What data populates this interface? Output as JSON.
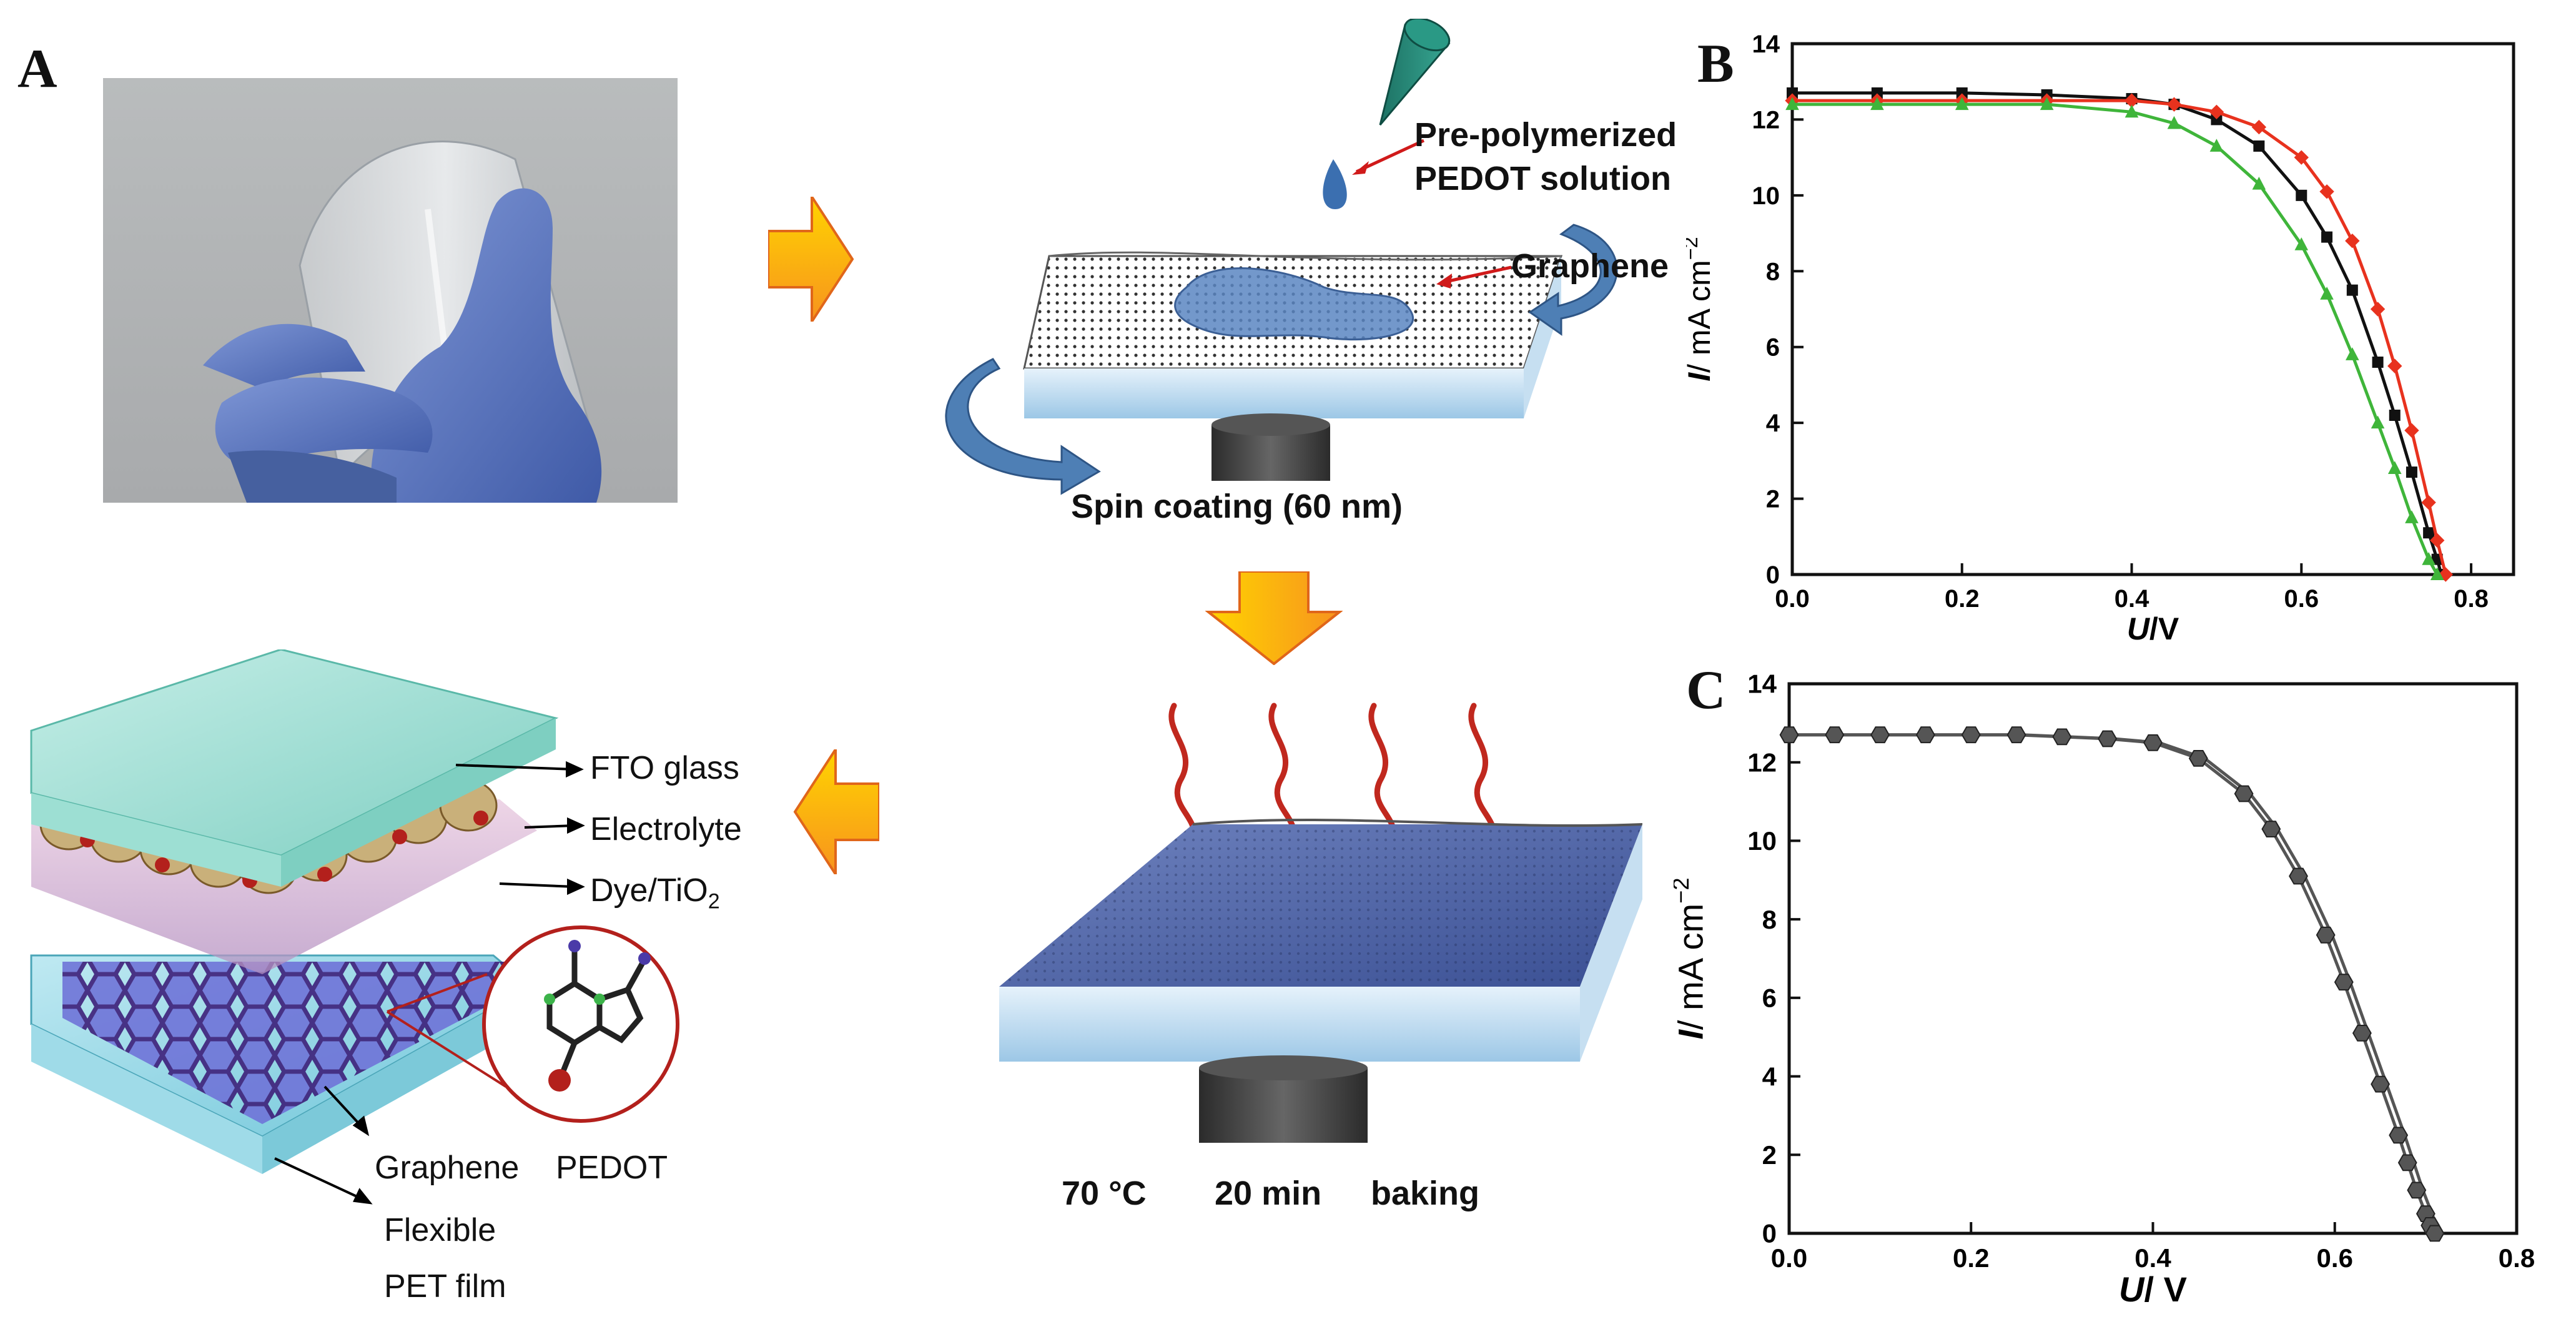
{
  "panels": {
    "a_letter": "A",
    "b_letter": "B",
    "c_letter": "C"
  },
  "process": {
    "solution_label_1": "Pre-polymerized",
    "solution_label_2": "PEDOT solution",
    "graphene_label": "Graphene",
    "spin_caption": "Spin coating (60 nm)",
    "bake_temp": "70 °C",
    "bake_time": "20 min",
    "bake_word": "baking"
  },
  "device": {
    "fto": "FTO glass",
    "electrolyte": "Electrolyte",
    "dye": "Dye/TiO",
    "dye_sub": "2",
    "graphene": "Graphene",
    "pedot": "PEDOT",
    "pet_1": "Flexible",
    "pet_2": "PET film"
  },
  "colors": {
    "arrow_orange": "#f7931e",
    "arrow_yellow": "#ffd400",
    "cone_teal": "#1f8a7a",
    "heat_red": "#c0281e",
    "rotate_blue": "#4e7fb5",
    "series_black": "#111111",
    "series_red": "#e8321e",
    "series_green": "#3fb53a",
    "series_gray": "#555555"
  },
  "chart_data": [
    {
      "type": "line",
      "panel": "B",
      "xlabel_italic": "U",
      "xlabel_rest": "/V",
      "ylabel_italic": "I",
      "ylabel_rest": "/ mA cm",
      "ylabel_sup": "−2",
      "xlim": [
        0.0,
        0.85
      ],
      "ylim": [
        0,
        14
      ],
      "xticks": [
        "0.0",
        "0.2",
        "0.4",
        "0.6",
        "0.8"
      ],
      "yticks": [
        "0",
        "2",
        "4",
        "6",
        "8",
        "10",
        "12",
        "14"
      ],
      "series": [
        {
          "color": "black",
          "marker": "square",
          "x": [
            0.0,
            0.1,
            0.2,
            0.3,
            0.4,
            0.45,
            0.5,
            0.55,
            0.6,
            0.63,
            0.66,
            0.69,
            0.71,
            0.73,
            0.75,
            0.76,
            0.765
          ],
          "y": [
            12.7,
            12.7,
            12.7,
            12.65,
            12.55,
            12.4,
            12.0,
            11.3,
            10.0,
            8.9,
            7.5,
            5.6,
            4.2,
            2.7,
            1.1,
            0.4,
            0.0
          ]
        },
        {
          "color": "red",
          "marker": "diamond",
          "x": [
            0.0,
            0.1,
            0.2,
            0.3,
            0.4,
            0.45,
            0.5,
            0.55,
            0.6,
            0.63,
            0.66,
            0.69,
            0.71,
            0.73,
            0.75,
            0.76,
            0.77
          ],
          "y": [
            12.5,
            12.5,
            12.5,
            12.5,
            12.5,
            12.4,
            12.2,
            11.8,
            11.0,
            10.1,
            8.8,
            7.0,
            5.5,
            3.8,
            1.9,
            0.9,
            0.0
          ]
        },
        {
          "color": "green",
          "marker": "triangle",
          "x": [
            0.0,
            0.1,
            0.2,
            0.3,
            0.4,
            0.45,
            0.5,
            0.55,
            0.6,
            0.63,
            0.66,
            0.69,
            0.71,
            0.73,
            0.75,
            0.76
          ],
          "y": [
            12.4,
            12.4,
            12.4,
            12.4,
            12.2,
            11.9,
            11.3,
            10.3,
            8.7,
            7.4,
            5.8,
            4.0,
            2.8,
            1.5,
            0.4,
            0.0
          ]
        }
      ]
    },
    {
      "type": "line",
      "panel": "C",
      "xlabel_italic": "U",
      "xlabel_rest": "/ V",
      "ylabel_italic": "I",
      "ylabel_rest": "/ mA cm",
      "ylabel_sup": "−2",
      "xlim": [
        0.0,
        0.8
      ],
      "ylim": [
        0,
        14
      ],
      "xticks": [
        "0.0",
        "0.2",
        "0.4",
        "0.6",
        "0.8"
      ],
      "yticks": [
        "0",
        "2",
        "4",
        "6",
        "8",
        "10",
        "12",
        "14"
      ],
      "series": [
        {
          "color": "gray",
          "marker": "hexagon",
          "x": [
            0.0,
            0.05,
            0.1,
            0.15,
            0.2,
            0.25,
            0.3,
            0.35,
            0.4,
            0.45,
            0.5,
            0.53,
            0.56,
            0.59,
            0.61,
            0.63,
            0.65,
            0.67,
            0.68,
            0.69,
            0.7,
            0.705,
            0.71
          ],
          "y": [
            12.7,
            12.7,
            12.7,
            12.7,
            12.7,
            12.7,
            12.65,
            12.6,
            12.5,
            12.1,
            11.2,
            10.3,
            9.1,
            7.6,
            6.4,
            5.1,
            3.8,
            2.5,
            1.8,
            1.1,
            0.5,
            0.2,
            0.0
          ]
        }
      ]
    }
  ]
}
